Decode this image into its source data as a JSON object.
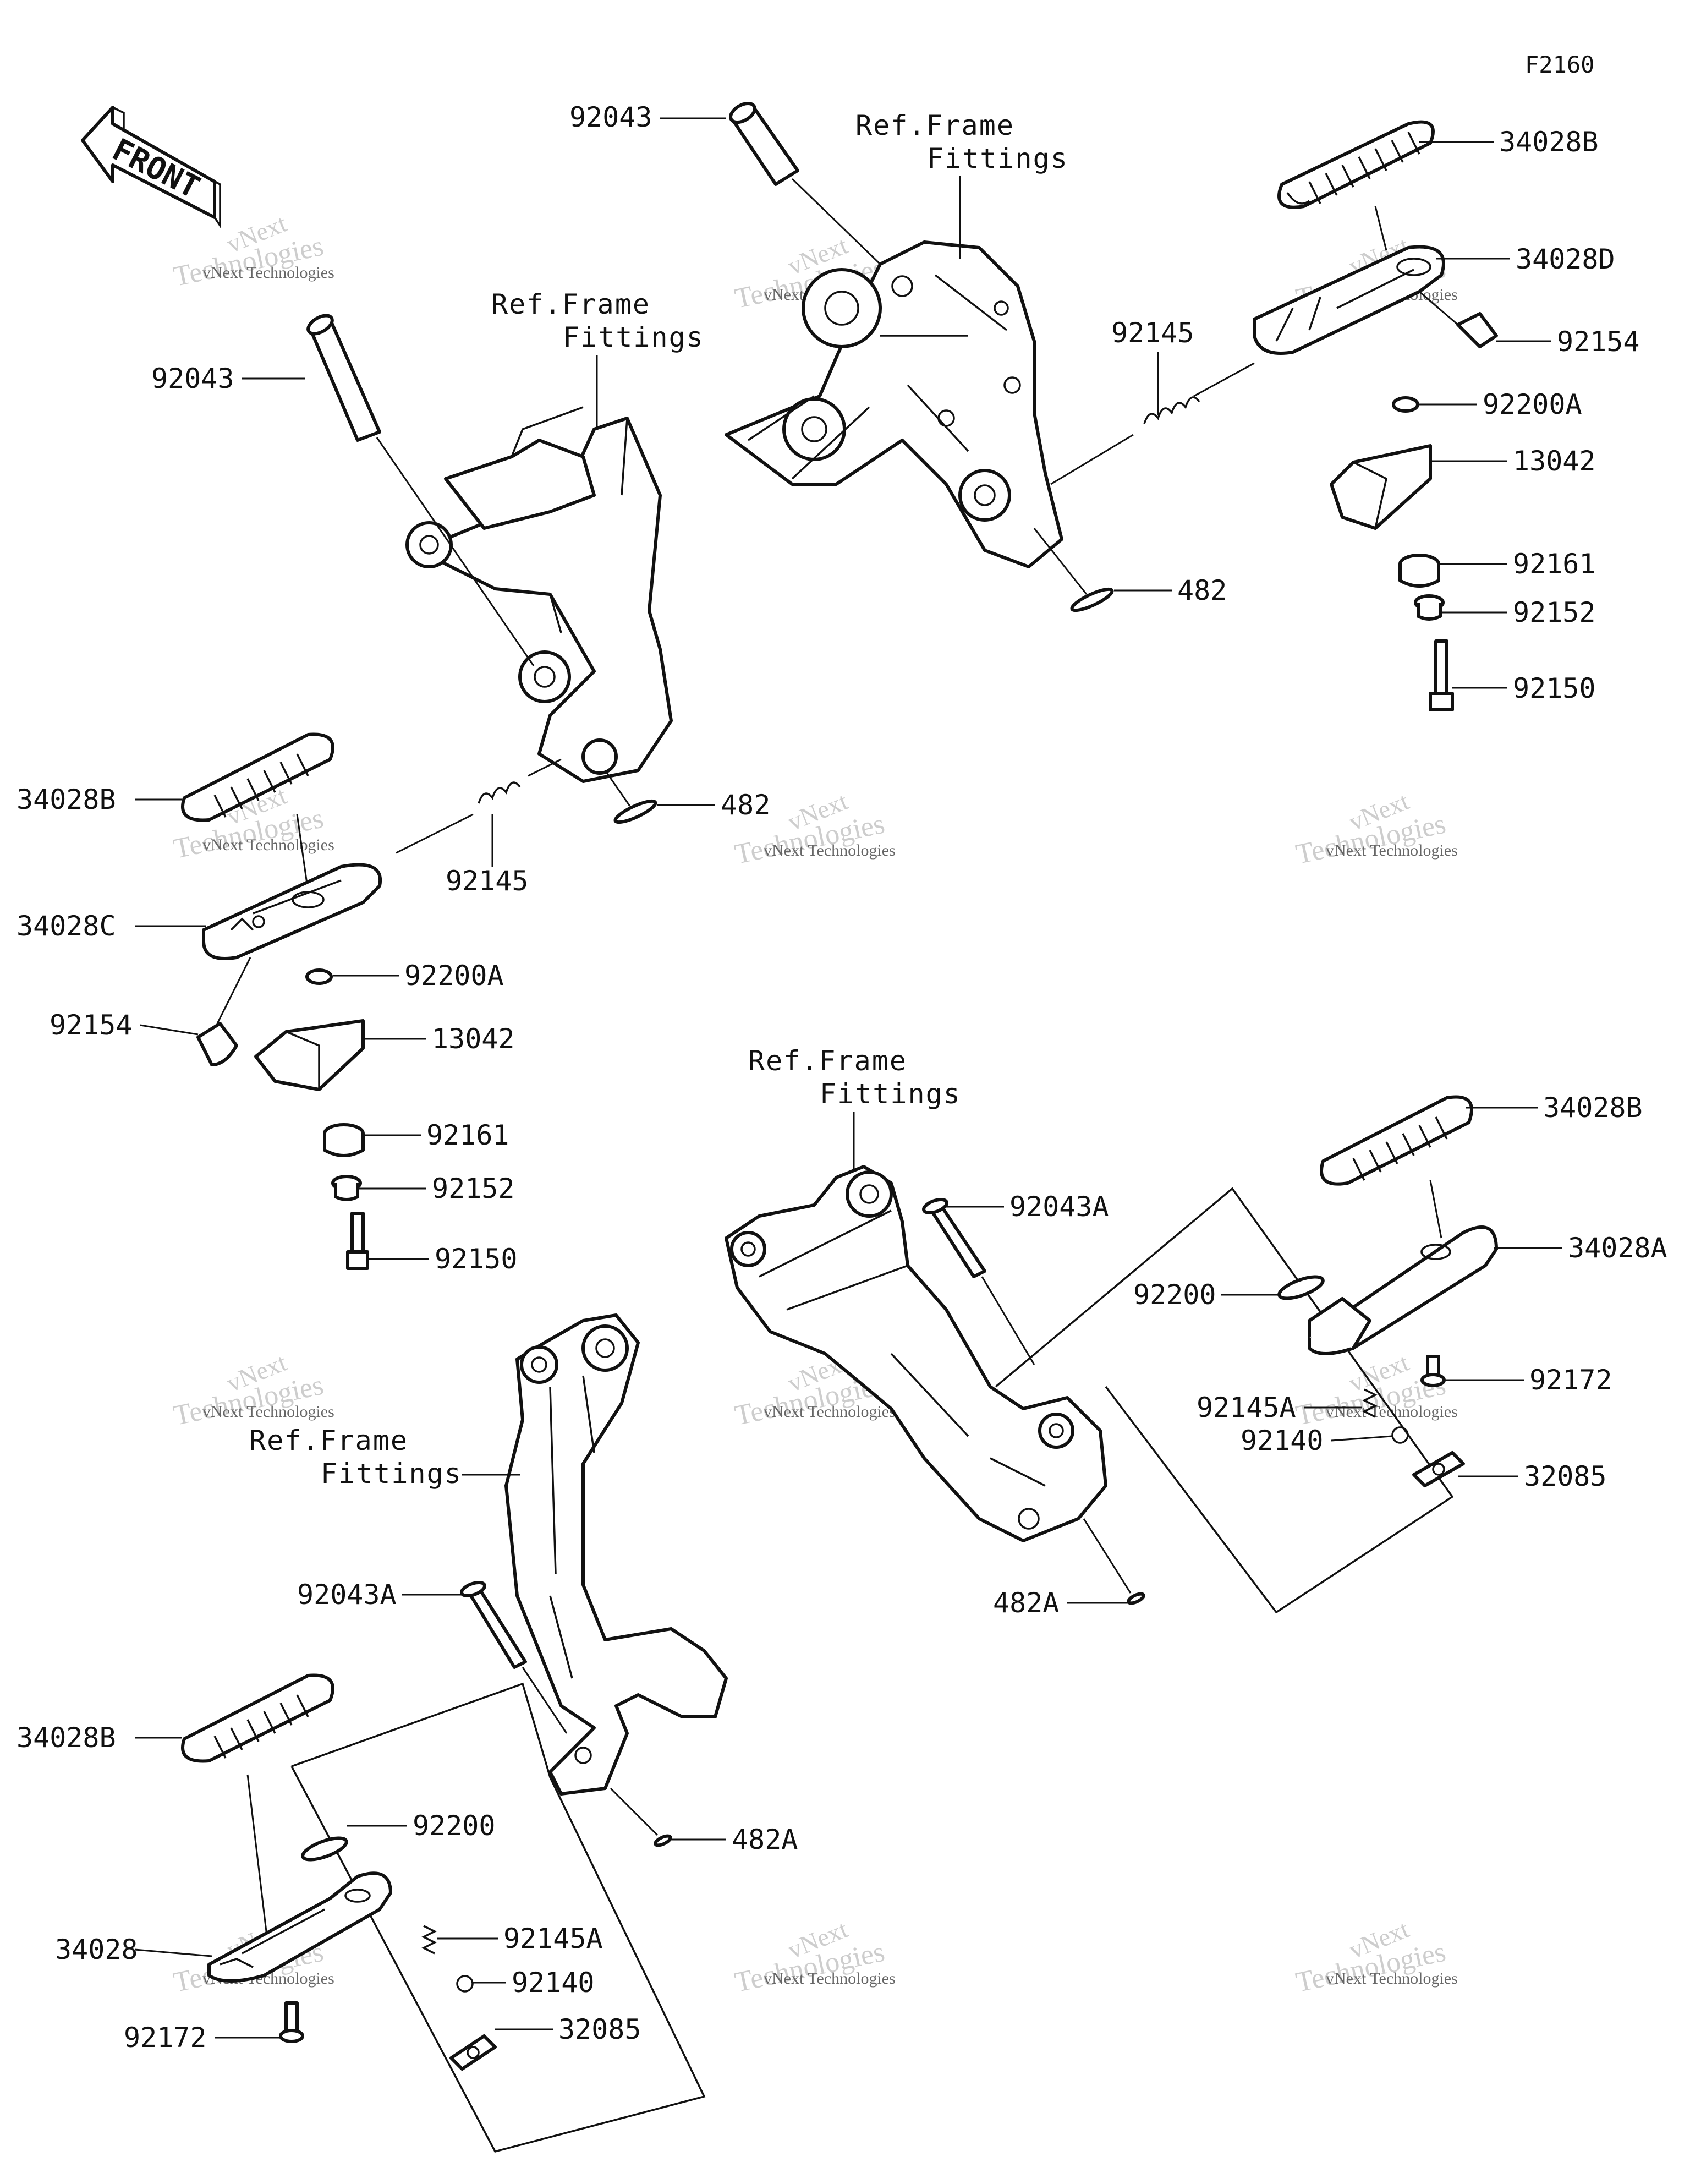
{
  "figure_code": "F2160",
  "front_arrow_label": "FRONT",
  "ref_labels": [
    {
      "id": "ref-top-center",
      "line1": "Ref.Frame",
      "line2": "Fittings"
    },
    {
      "id": "ref-left-upper",
      "line1": "Ref.Frame",
      "line2": "Fittings"
    },
    {
      "id": "ref-center-lower",
      "line1": "Ref.Frame",
      "line2": "Fittings"
    },
    {
      "id": "ref-left-lower",
      "line1": "Ref.Frame",
      "line2": "Fittings"
    }
  ],
  "part_labels": [
    {
      "id": "p-92043-top",
      "text": "92043"
    },
    {
      "id": "p-34028B-tr",
      "text": "34028B"
    },
    {
      "id": "p-34028D",
      "text": "34028D"
    },
    {
      "id": "p-92145-tr",
      "text": "92145"
    },
    {
      "id": "p-92154-tr",
      "text": "92154"
    },
    {
      "id": "p-92200A-tr",
      "text": "92200A"
    },
    {
      "id": "p-13042-tr",
      "text": "13042"
    },
    {
      "id": "p-92161-tr",
      "text": "92161"
    },
    {
      "id": "p-92152-tr",
      "text": "92152"
    },
    {
      "id": "p-92150-tr",
      "text": "92150"
    },
    {
      "id": "p-482-tr",
      "text": "482"
    },
    {
      "id": "p-92043-left",
      "text": "92043"
    },
    {
      "id": "p-34028B-ml",
      "text": "34028B"
    },
    {
      "id": "p-482-ml",
      "text": "482"
    },
    {
      "id": "p-92145-ml",
      "text": "92145"
    },
    {
      "id": "p-34028C",
      "text": "34028C"
    },
    {
      "id": "p-92200A-ml",
      "text": "92200A"
    },
    {
      "id": "p-92154-ml",
      "text": "92154"
    },
    {
      "id": "p-13042-ml",
      "text": "13042"
    },
    {
      "id": "p-92161-ml",
      "text": "92161"
    },
    {
      "id": "p-92152-ml",
      "text": "92152"
    },
    {
      "id": "p-92150-ml",
      "text": "92150"
    },
    {
      "id": "p-34028B-br",
      "text": "34028B"
    },
    {
      "id": "p-92043A-br",
      "text": "92043A"
    },
    {
      "id": "p-34028A",
      "text": "34028A"
    },
    {
      "id": "p-92200-br",
      "text": "92200"
    },
    {
      "id": "p-92172-br",
      "text": "92172"
    },
    {
      "id": "p-92145A-br",
      "text": "92145A"
    },
    {
      "id": "p-92140-br",
      "text": "92140"
    },
    {
      "id": "p-32085-br",
      "text": "32085"
    },
    {
      "id": "p-482A-br",
      "text": "482A"
    },
    {
      "id": "p-92043A-bl",
      "text": "92043A"
    },
    {
      "id": "p-34028B-bl",
      "text": "34028B"
    },
    {
      "id": "p-482A-bl",
      "text": "482A"
    },
    {
      "id": "p-92200-bl",
      "text": "92200"
    },
    {
      "id": "p-92145A-bl",
      "text": "92145A"
    },
    {
      "id": "p-34028",
      "text": "34028"
    },
    {
      "id": "p-92140-bl",
      "text": "92140"
    },
    {
      "id": "p-92172-bl",
      "text": "92172"
    },
    {
      "id": "p-32085-bl",
      "text": "32085"
    }
  ],
  "watermark": {
    "brand": "vNext",
    "name": "vNext Technologies",
    "word": "Technologies"
  }
}
